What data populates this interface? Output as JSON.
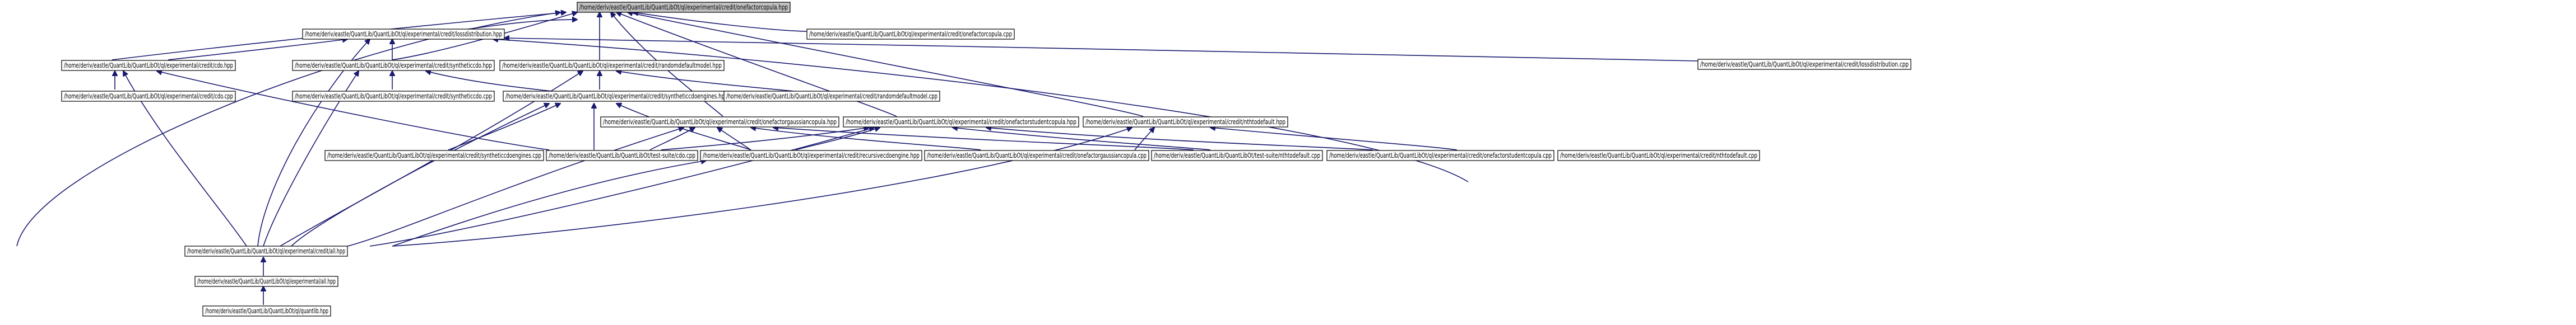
{
  "graph": {
    "colors": {
      "edge": "#191970",
      "node_border": "#000000",
      "node_fill": "#ffffff",
      "root_fill": "#bfbfbf"
    },
    "nodes": [
      {
        "id": "onefactorcopula_hpp",
        "label": "/home/deriv/eastle/QuantLib/QuantLibOt/ql/experimental/credit/onefactorcopula.hpp",
        "root": true
      },
      {
        "id": "lossdistribution_hpp",
        "label": "/home/deriv/eastle/QuantLib/QuantLibOt/ql/experimental/credit/lossdistribution.hpp"
      },
      {
        "id": "onefactorcopula_cpp",
        "label": "/home/deriv/eastle/QuantLib/QuantLibOt/ql/experimental/credit/onefactorcopula.cpp"
      },
      {
        "id": "lossdistribution_cpp",
        "label": "/home/deriv/eastle/QuantLib/QuantLibOt/ql/experimental/credit/lossdistribution.cpp"
      },
      {
        "id": "cdo_hpp",
        "label": "/home/deriv/eastle/QuantLib/QuantLibOt/ql/experimental/credit/cdo.hpp"
      },
      {
        "id": "syntheticcdo_hpp",
        "label": "/home/deriv/eastle/QuantLib/QuantLibOt/ql/experimental/credit/syntheticcdo.hpp"
      },
      {
        "id": "randomdefaultmodel_hpp",
        "label": "/home/deriv/eastle/QuantLib/QuantLibOt/ql/experimental/credit/randomdefaultmodel.hpp"
      },
      {
        "id": "cdo_cpp",
        "label": "/home/deriv/eastle/QuantLib/QuantLibOt/ql/experimental/credit/cdo.cpp"
      },
      {
        "id": "syntheticcdo_cpp",
        "label": "/home/deriv/eastle/QuantLib/QuantLibOt/ql/experimental/credit/syntheticcdo.cpp"
      },
      {
        "id": "syntheticcdoengines_hpp",
        "label": "/home/deriv/eastle/QuantLib/QuantLibOt/ql/experimental/credit/syntheticcdoengines.hpp"
      },
      {
        "id": "randomdefaultmodel_cpp",
        "label": "/home/deriv/eastle/QuantLib/QuantLibOt/ql/experimental/credit/randomdefaultmodel.cpp"
      },
      {
        "id": "onefactorgaussiancopula_hpp",
        "label": "/home/deriv/eastle/QuantLib/QuantLibOt/ql/experimental/credit/onefactorgaussiancopula.hpp"
      },
      {
        "id": "onefactorstudentcopula_hpp",
        "label": "/home/deriv/eastle/QuantLib/QuantLibOt/ql/experimental/credit/onefactorstudentcopula.hpp"
      },
      {
        "id": "nthtodefault_hpp",
        "label": "/home/deriv/eastle/QuantLib/QuantLibOt/ql/experimental/credit/nthtodefault.hpp"
      },
      {
        "id": "syntheticcdoengines_cpp",
        "label": "/home/deriv/eastle/QuantLib/QuantLibOt/ql/experimental/credit/syntheticcdoengines.cpp"
      },
      {
        "id": "test_cdo_cpp",
        "label": "/home/deriv/eastle/QuantLib/QuantLibOt/test-suite/cdo.cpp"
      },
      {
        "id": "recursivecdoengine_hpp",
        "label": "/home/deriv/eastle/QuantLib/QuantLibOt/ql/experimental/credit/recursivecdoengine.hpp"
      },
      {
        "id": "onefactorgaussiancopula_cpp",
        "label": "/home/deriv/eastle/QuantLib/QuantLibOt/ql/experimental/credit/onefactorgaussiancopula.cpp"
      },
      {
        "id": "test_nthtodefault_cpp",
        "label": "/home/deriv/eastle/QuantLib/QuantLibOt/test-suite/nthtodefault.cpp"
      },
      {
        "id": "onefactorstudentcopula_cpp",
        "label": "/home/deriv/eastle/QuantLib/QuantLibOt/ql/experimental/credit/onefactorstudentcopula.cpp"
      },
      {
        "id": "nthtodefault_cpp",
        "label": "/home/deriv/eastle/QuantLib/QuantLibOt/ql/experimental/credit/nthtodefault.cpp"
      },
      {
        "id": "credit_all_hpp",
        "label": "/home/deriv/eastle/QuantLib/QuantLibOt/ql/experimental/credit/all.hpp"
      },
      {
        "id": "experimental_all_hpp",
        "label": "/home/deriv/eastle/QuantLib/QuantLibOt/ql/experimental/all.hpp"
      },
      {
        "id": "quantlib_hpp",
        "label": "/home/deriv/eastle/QuantLib/QuantLibOt/ql/quantlib.hpp"
      }
    ]
  }
}
